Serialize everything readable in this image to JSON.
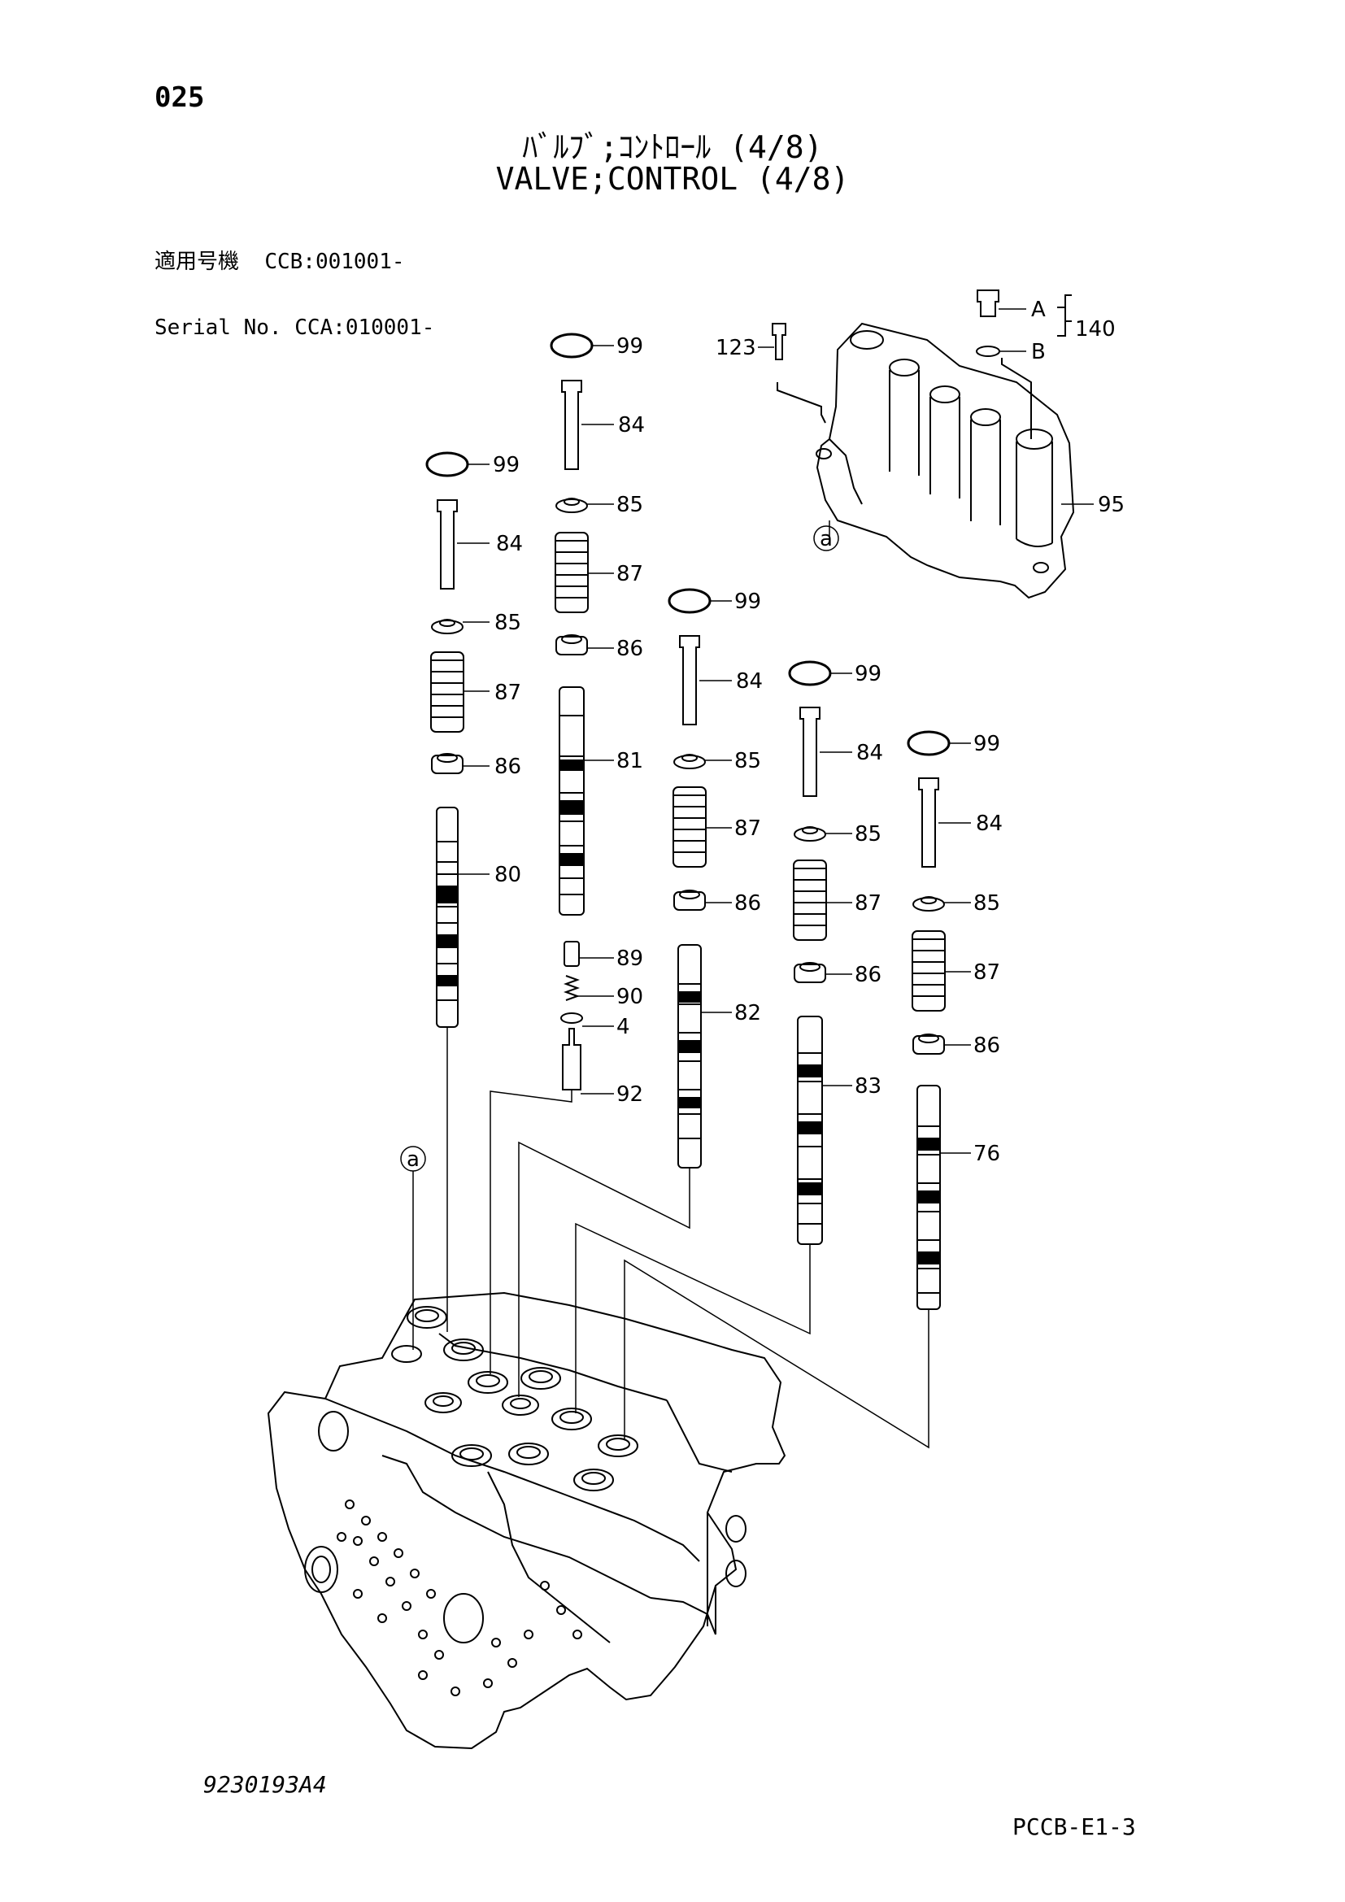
{
  "header": {
    "page_number": "025",
    "title_jp": "ﾊﾞﾙﾌﾞ;ｺﾝﾄﾛｰﾙ (4/8)",
    "title_en": "VALVE;CONTROL (4/8)",
    "serial_label_jp": "適用号機",
    "serial_label_en": "Serial No.",
    "serial_ccb": "CCB:001001-",
    "serial_cca": "CCA:010001-"
  },
  "footer": {
    "drawing_number": "9230193A4",
    "page_code": "PCCB-E1-3"
  },
  "callouts": {
    "p99": "99",
    "p84": "84",
    "p85": "85",
    "p87": "87",
    "p86": "86",
    "p80": "80",
    "p81": "81",
    "p82": "82",
    "p83": "83",
    "p76": "76",
    "p89": "89",
    "p90": "90",
    "p4": "4",
    "p92": "92",
    "p123": "123",
    "p95": "95",
    "p140": "140",
    "pA": "A",
    "pB": "B",
    "ref_a": "a"
  }
}
